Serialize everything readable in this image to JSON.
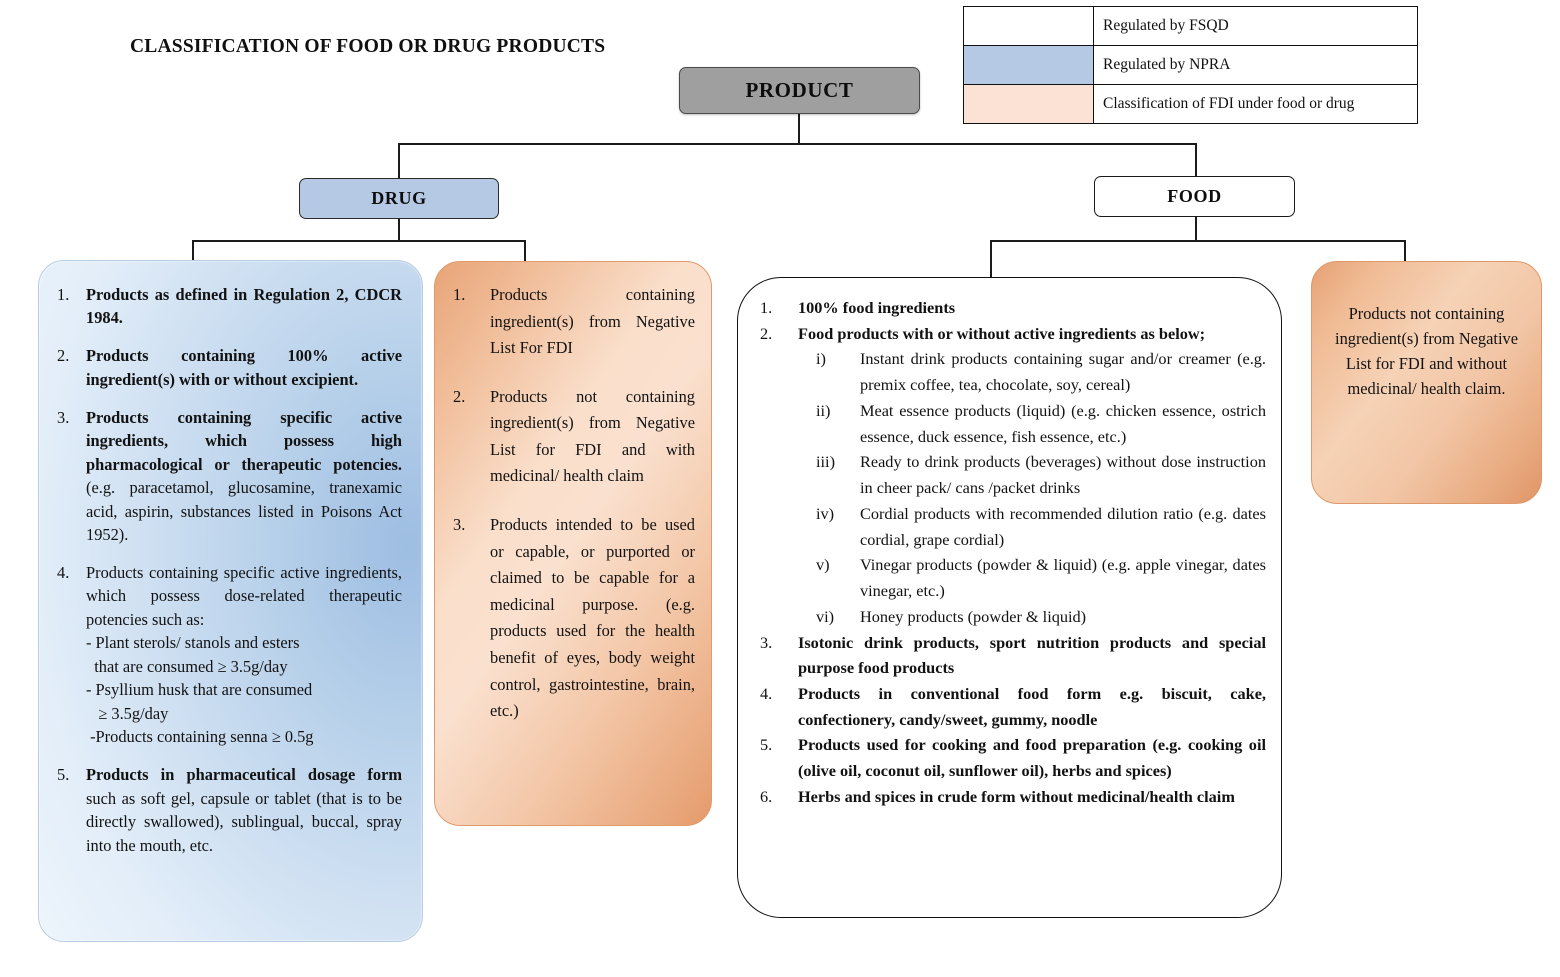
{
  "title": "CLASSIFICATION OF FOOD OR DRUG PRODUCTS",
  "colors": {
    "product_fill": "#9f9f9f",
    "drug_fill": "#b6c9e4",
    "food_fill": "#ffffff",
    "legend_npra_fill": "#b6c9e4",
    "legend_fdi_fill": "#fce2d5",
    "panel_blue": "#b5cfe9",
    "panel_orange": "#f0bb96",
    "line": "#1b1b1b"
  },
  "legend": {
    "rows": [
      {
        "swatch": "#ffffff",
        "label": "Regulated by FSQD"
      },
      {
        "swatch": "#b6c9e4",
        "label": "Regulated by NPRA"
      },
      {
        "swatch": "#fce2d5",
        "label": "Classification of FDI under food or drug"
      }
    ]
  },
  "nodes": {
    "product": "PRODUCT",
    "drug": "DRUG",
    "food": "FOOD"
  },
  "drug_panel": {
    "items": [
      {
        "num": "1.",
        "bold": "Products as defined in Regulation 2, CDCR 1984.",
        "plain": ""
      },
      {
        "num": "2.",
        "bold": "Products containing 100% active ingredient(s) with or without excipient.",
        "plain": ""
      },
      {
        "num": "3.",
        "bold": "Products containing specific active ingredients, which possess high pharmacological or therapeutic potencies.",
        "plain": "(e.g. paracetamol, glucosamine, tranexamic acid, aspirin, substances listed in Poisons Act 1952)."
      },
      {
        "num": "4.",
        "bold": "",
        "plain": "Products containing specific active ingredients, which possess dose-related therapeutic potencies such as:",
        "sub": [
          "- Plant sterols/ stanols and esters",
          "  that are consumed ≥ 3.5g/day",
          "- Psyllium husk that are consumed",
          "   ≥ 3.5g/day",
          " -Products containing senna ≥ 0.5g"
        ]
      },
      {
        "num": "5.",
        "bold": "Products in pharmaceutical dosage form",
        "plain": "such as soft gel, capsule or tablet (that is to be directly swallowed), sublingual, buccal, spray into the mouth, etc."
      }
    ]
  },
  "fdi_drug_panel": {
    "items": [
      {
        "num": "1.",
        "text": "Products containing ingredient(s) from Negative List For FDI"
      },
      {
        "num": "2.",
        "text": "Products not containing ingredient(s) from Negative List for FDI and with medicinal/ health claim"
      },
      {
        "num": "3.",
        "text": "Products intended to be used or capable, or purported or claimed to be capable for a medicinal purpose. (e.g. products used for the health benefit of eyes, body weight control, gastrointestine, brain, etc.)"
      }
    ]
  },
  "food_panel": {
    "items": [
      {
        "num": "1.",
        "bold": "100% food ingredients",
        "plain": ""
      },
      {
        "num": "2.",
        "bold": "Food products with or without active ingredients as below;",
        "plain": ""
      },
      {
        "num": "3.",
        "bold": "Isotonic drink products, sport nutrition products and special purpose food products",
        "plain": ""
      },
      {
        "num": "4.",
        "bold": "Products in conventional food form e.g. biscuit, cake, confectionery, candy/sweet, gummy, noodle",
        "plain": ""
      },
      {
        "num": "5.",
        "bold": "Products used for cooking and food preparation (e.g. cooking oil (olive oil, coconut oil, sunflower oil), herbs and spices)",
        "plain": ""
      },
      {
        "num": "6.",
        "bold": "Herbs and spices in crude form without medicinal/health claim",
        "plain": ""
      }
    ],
    "sub_items": [
      {
        "num": "i)",
        "text": "Instant drink products containing sugar and/or creamer (e.g. premix coffee, tea, chocolate, soy, cereal)"
      },
      {
        "num": "ii)",
        "text": "Meat essence products (liquid) (e.g. chicken essence, ostrich essence, duck essence, fish essence, etc.)"
      },
      {
        "num": "iii)",
        "text": "Ready to drink products (beverages) without dose instruction in cheer pack/ cans /packet drinks"
      },
      {
        "num": "iv)",
        "text": "Cordial products with recommended dilution ratio (e.g. dates cordial, grape cordial)"
      },
      {
        "num": "v)",
        "text": "Vinegar products (powder & liquid) (e.g. apple vinegar, dates vinegar, etc.)"
      },
      {
        "num": "vi)",
        "text": "Honey products (powder & liquid)"
      }
    ]
  },
  "fdi_food_panel": {
    "text": "Products not containing ingredient(s) from Negative List for FDI and without medicinal/ health claim."
  }
}
